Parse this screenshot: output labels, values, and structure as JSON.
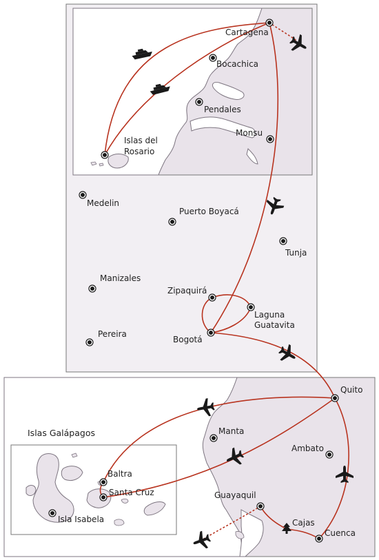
{
  "colors": {
    "route": "#b8331f",
    "land": "#e9e3ea",
    "sea": "#ffffff",
    "frame_colombia": "#f2eff3",
    "frame_ecuador": "#f2eff3",
    "icon": "#1a1a1a",
    "coast": "#7d7580"
  },
  "regions": {
    "galapagos_title": "Islas Galápagos"
  },
  "places": {
    "cartagena": "Cartagena",
    "bocachica": "Bocachica",
    "pendales": "Pendales",
    "monsu": "Monsu",
    "islas_rosario_1": "Islas del",
    "islas_rosario_2": "Rosario",
    "medelin": "Medelin",
    "puerto_boyaca": "Puerto Boyacá",
    "tunja": "Tunja",
    "manizales": "Manizales",
    "zipaquira": "Zipaquirá",
    "guatavita_1": "Laguna",
    "guatavita_2": "Guatavita",
    "pereira": "Pereira",
    "bogota": "Bogotá",
    "quito": "Quito",
    "manta": "Manta",
    "ambato": "Ambato",
    "baltra": "Baltra",
    "santa_cruz": "Santa Cruz",
    "isla_isabela": "Isla Isabela",
    "guayaquil": "Guayaquil",
    "cajas": "Cajas",
    "cuenca": "Cuenca"
  },
  "icons": [
    "ship-icon",
    "airplane-icon",
    "tree-icon",
    "location-dot-icon"
  ]
}
